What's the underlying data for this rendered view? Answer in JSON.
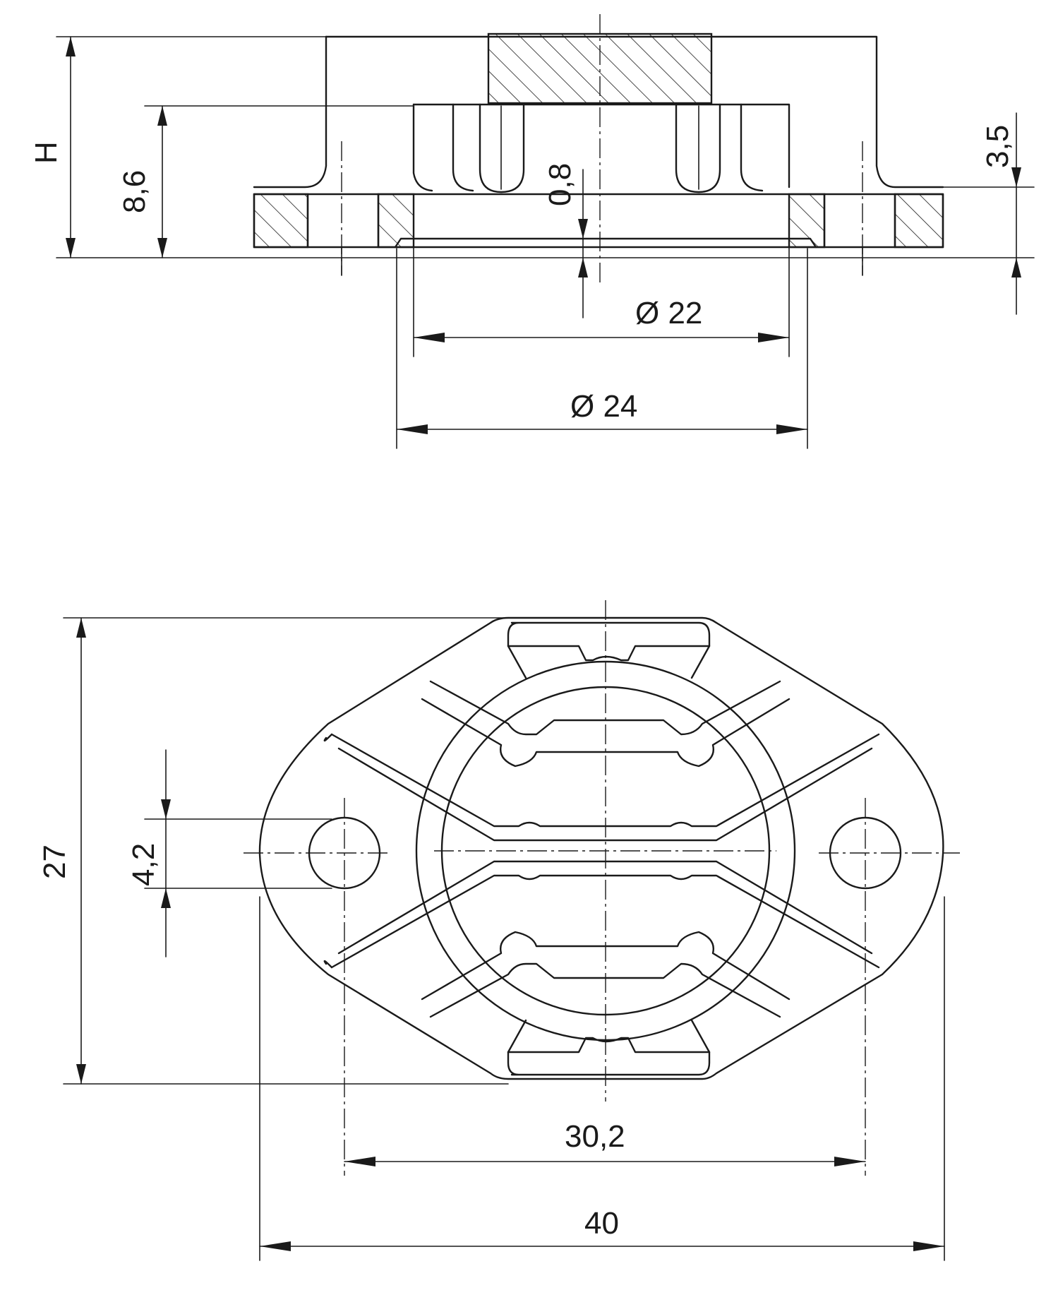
{
  "side_view": {
    "height_label": "H",
    "dim_8_6": "8,6",
    "dim_0_8": "0,8",
    "dim_3_5": "3,5",
    "dim_dia_22": "Ø 22",
    "dim_dia_24": "Ø 24"
  },
  "top_view": {
    "dim_27": "27",
    "dim_4_2": "4,2",
    "dim_30_2": "30,2",
    "dim_40": "40"
  }
}
